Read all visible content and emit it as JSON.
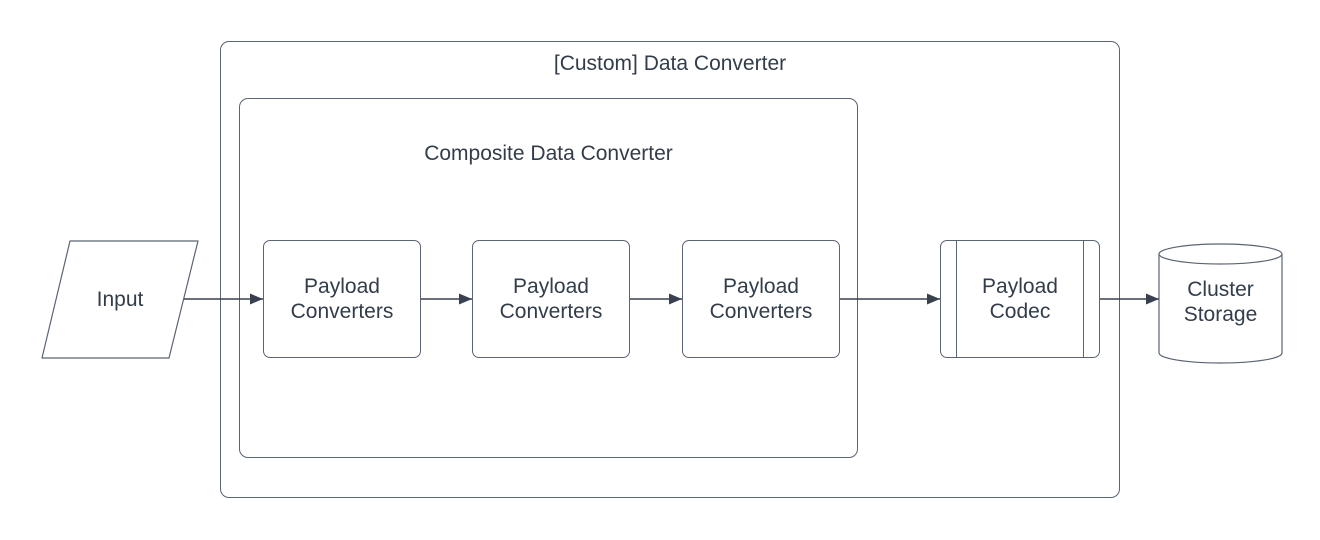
{
  "diagram": {
    "input": {
      "label": "Input"
    },
    "outer_group": {
      "title": "[Custom] Data Converter"
    },
    "inner_group": {
      "title": "Composite Data Converter"
    },
    "converters": [
      {
        "label": "Payload Converters"
      },
      {
        "label": "Payload Converters"
      },
      {
        "label": "Payload Converters"
      }
    ],
    "codec": {
      "label": "Payload Codec"
    },
    "storage": {
      "label": "Cluster Storage"
    },
    "colors": {
      "shape_stroke": "#5b6472",
      "arrow_stroke": "#39414f",
      "text": "#333d4a",
      "background": "#ffffff"
    }
  }
}
